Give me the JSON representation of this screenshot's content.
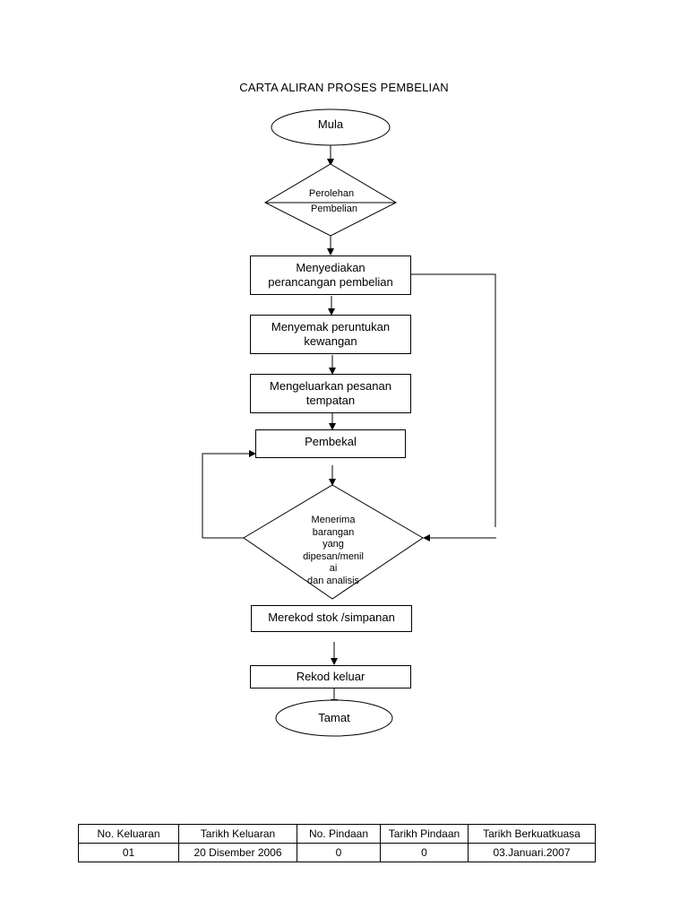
{
  "title": "CARTA ALIRAN PROSES PEMBELIAN",
  "nodes": {
    "start": "Mula",
    "decision1_line1": "Perolehan",
    "decision1_line2": "Pembelian",
    "step1_line1": "Menyediakan",
    "step1_line2": "perancangan pembelian",
    "step2_line1": "Menyemak peruntukan",
    "step2_line2": "kewangan",
    "step3_line1": "Mengeluarkan pesanan",
    "step3_line2": "tempatan",
    "step4": "Pembekal",
    "decision2_line1": "Menerima",
    "decision2_line2": "barangan",
    "decision2_line3": "yang",
    "decision2_line4": "dipesan/menil",
    "decision2_line5": "ai",
    "decision2_line6": "dan analisis",
    "step5": "Merekod stok /simpanan",
    "step6": "Rekod keluar",
    "end": "Tamat"
  },
  "revision_table": {
    "headers": [
      "No. Keluaran",
      "Tarikh Keluaran",
      "No. Pindaan",
      "Tarikh Pindaan",
      "Tarikh Berkuatkuasa"
    ],
    "row": [
      "01",
      "20 Disember 2006",
      "0",
      "0",
      "03.Januari.2007"
    ]
  }
}
